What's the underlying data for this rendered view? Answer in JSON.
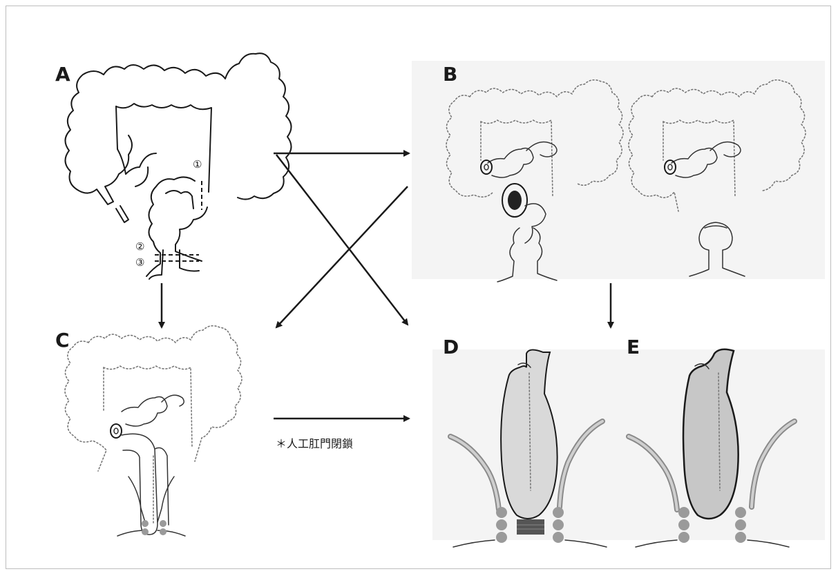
{
  "panels": {
    "a": {
      "label": "A"
    },
    "b": {
      "label": "B"
    },
    "c": {
      "label": "C"
    },
    "d": {
      "label": "D"
    },
    "e": {
      "label": "E"
    }
  },
  "markers": {
    "m1": "①",
    "m2": "②",
    "m3": "③"
  },
  "note": "＊人工肛門閉鎖",
  "colors": {
    "line": "#1a1a1a",
    "dotted": "#777777",
    "panel_bg": "#f4f4f4",
    "pelvis": "#8a8a8a",
    "bowel_fill": "#d9d9d9"
  }
}
